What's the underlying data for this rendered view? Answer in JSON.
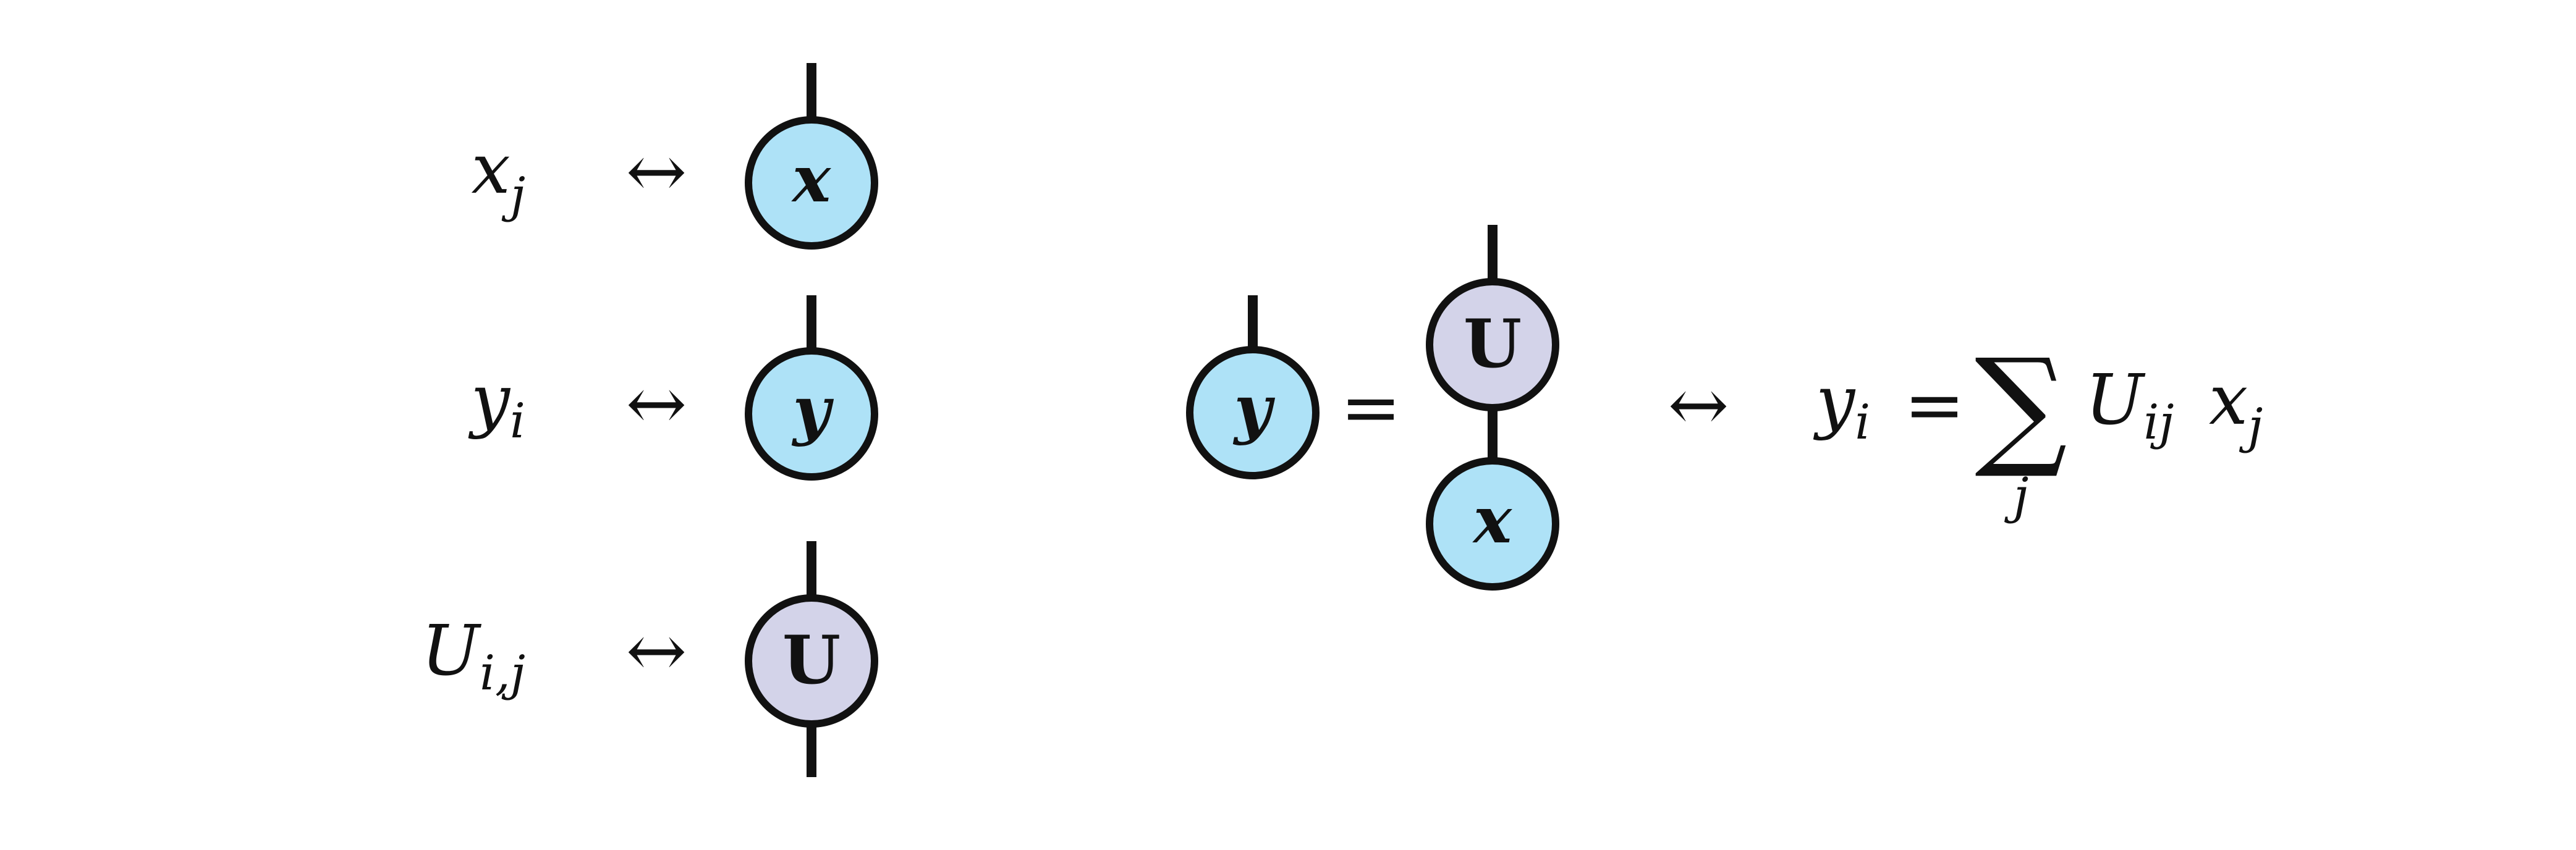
{
  "colors": {
    "vector_node": "#aee2f7",
    "matrix_node": "#d3d3e9",
    "stroke": "#111111",
    "background": "#ffffff"
  },
  "legend": {
    "arrow": "↔",
    "rows": [
      {
        "symbol": "x",
        "subscript": "j",
        "node_label": "x",
        "node_kind": "vector",
        "legs": "up"
      },
      {
        "symbol": "y",
        "subscript": "i",
        "node_label": "y",
        "node_kind": "vector",
        "legs": "up"
      },
      {
        "symbol": "U",
        "subscript": "i,j",
        "node_label": "U",
        "node_kind": "matrix",
        "legs": "up-down"
      }
    ]
  },
  "equation": {
    "lhs_node_label": "y",
    "equals": "=",
    "rhs_top_node_label": "U",
    "rhs_bottom_node_label": "x",
    "arrow": "↔",
    "formula": {
      "lhs": "y",
      "lhs_sub": "i",
      "equals": "=",
      "sum": "∑",
      "sum_index": "j",
      "term1": "U",
      "term1_sub": "ij",
      "term2": "x",
      "term2_sub": "j"
    }
  }
}
